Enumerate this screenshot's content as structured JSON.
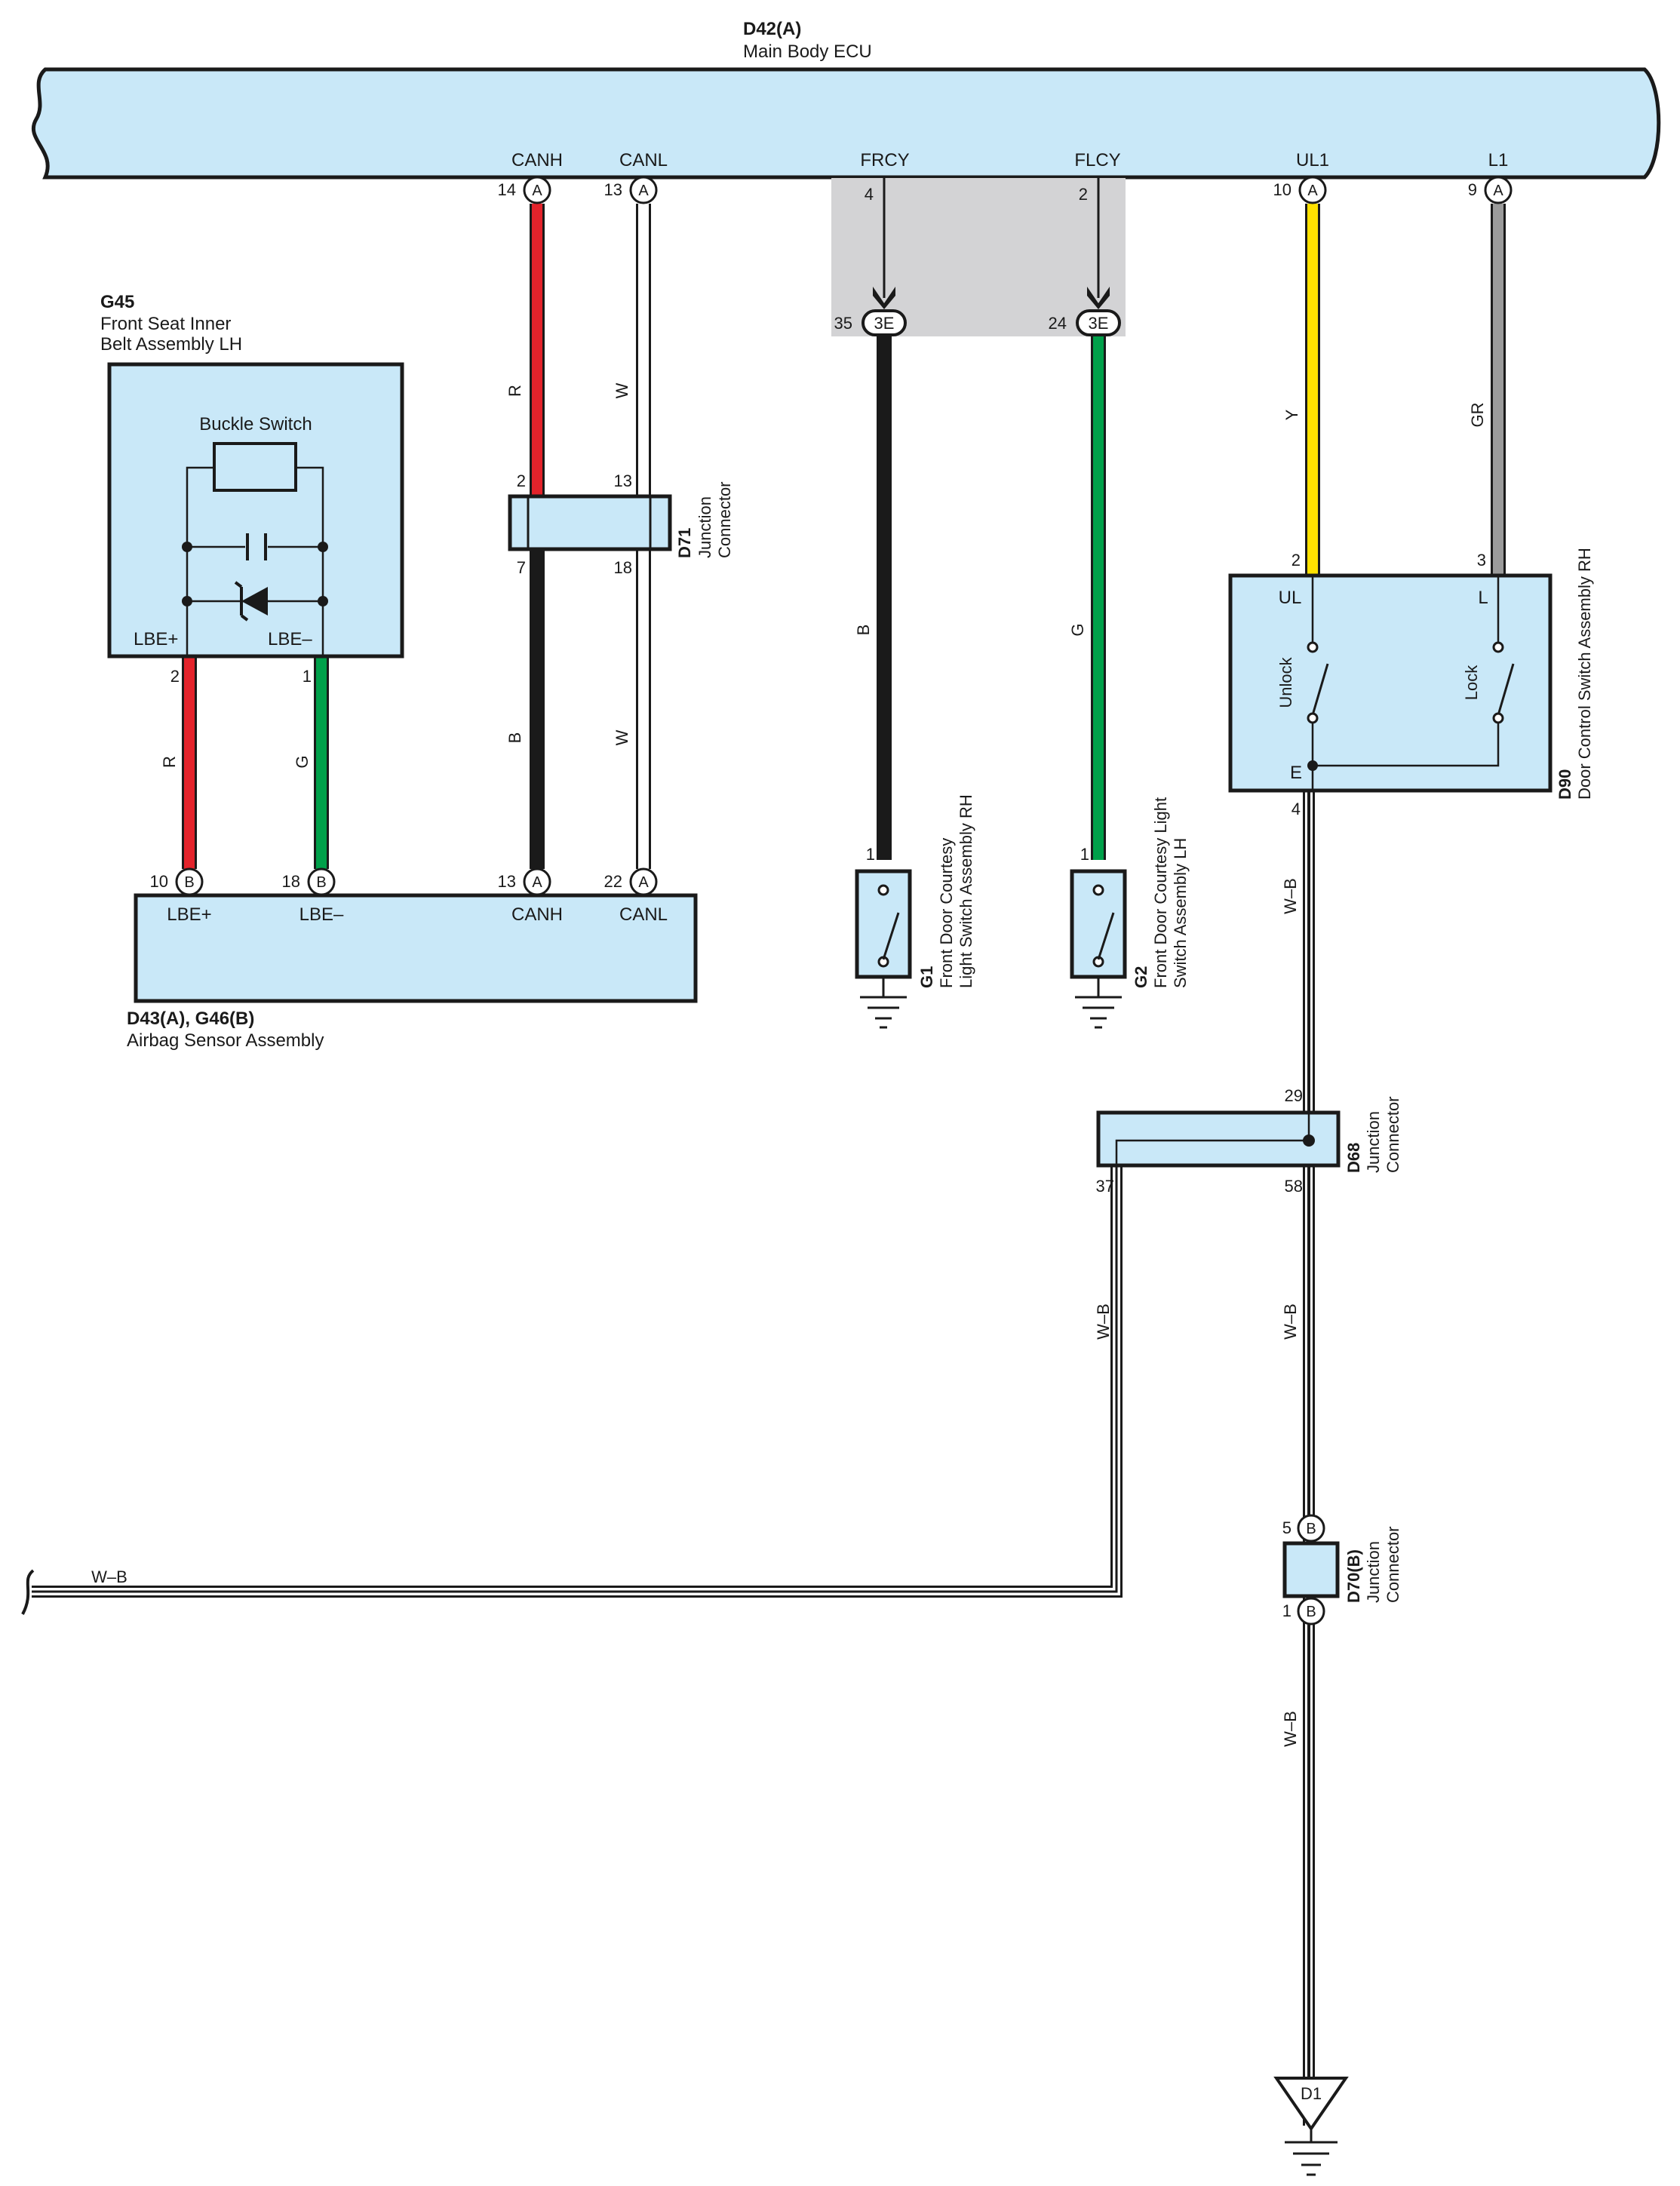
{
  "ecu": {
    "id": "D42(A)",
    "name": "Main Body ECU"
  },
  "ecu_terminals": [
    {
      "name": "CANH",
      "pin": "14",
      "conn": "A"
    },
    {
      "name": "CANL",
      "pin": "13",
      "conn": "A"
    },
    {
      "name": "FRCY",
      "pin": "4"
    },
    {
      "name": "FLCY",
      "pin": "2"
    },
    {
      "name": "UL1",
      "pin": "10",
      "conn": "A"
    },
    {
      "name": "L1",
      "pin": "9",
      "conn": "A"
    }
  ],
  "inline_connectors": [
    {
      "pin": "35",
      "conn": "3E"
    },
    {
      "pin": "24",
      "conn": "3E"
    }
  ],
  "g45": {
    "id": "G45",
    "name_line1": "Front Seat Inner",
    "name_line2": "Belt Assembly LH",
    "switch_label": "Buckle Switch",
    "term_plus": "LBE+",
    "term_minus": "LBE–",
    "pin_plus": "2",
    "pin_minus": "1"
  },
  "d71": {
    "id": "D71",
    "name_line1": "Junction",
    "name_line2": "Connector",
    "pins": [
      "2",
      "13",
      "7",
      "18"
    ]
  },
  "airbag": {
    "id": "D43(A), G46(B)",
    "name": "Airbag Sensor Assembly",
    "terminals": [
      {
        "name": "LBE+",
        "pin": "10",
        "conn": "B"
      },
      {
        "name": "LBE–",
        "pin": "18",
        "conn": "B"
      },
      {
        "name": "CANH",
        "pin": "13",
        "conn": "A"
      },
      {
        "name": "CANL",
        "pin": "22",
        "conn": "A"
      }
    ]
  },
  "g1": {
    "id": "G1",
    "name_line1": "Front Door Courtesy",
    "name_line2": "Light Switch Assembly RH",
    "pin": "1"
  },
  "g2": {
    "id": "G2",
    "name_line1": "Front Door Courtesy Light",
    "name_line2": "Switch Assembly LH",
    "pin": "1"
  },
  "d90": {
    "id": "D90",
    "name": "Door Control Switch Assembly RH",
    "pins": {
      "ul": "2",
      "l": "3",
      "e": "4"
    },
    "terms": {
      "ul": "UL",
      "l": "L",
      "e": "E"
    },
    "switch_unlock": "Unlock",
    "switch_lock": "Lock"
  },
  "d68": {
    "id": "D68",
    "name_line1": "Junction",
    "name_line2": "Connector",
    "pins": [
      "29",
      "37",
      "58"
    ]
  },
  "d70": {
    "id": "D70(B)",
    "name_line1": "Junction",
    "name_line2": "Connector",
    "pins": [
      "5",
      "1"
    ],
    "conn": "B"
  },
  "ground": {
    "id": "D1"
  },
  "wires": {
    "canh_top": "R",
    "canl_top": "W",
    "canh_bottom": "B",
    "canl_bottom": "W",
    "lbe_plus": "R",
    "lbe_minus": "G",
    "frcy": "B",
    "flcy": "G",
    "ul1": "Y",
    "l1": "GR",
    "wb_1": "W–B",
    "wb_2": "W–B",
    "wb_3": "W–B",
    "wb_4": "W–B",
    "wb_left": "W–B"
  },
  "wire_colors": {
    "R": "#e3232b",
    "W": "#ffffff",
    "B": "#1a1a1a",
    "G": "#00a04a",
    "Y": "#ffe100",
    "GR": "#9b9b9b",
    "box": "#c9e8f8",
    "splice_bg": "#d3d3d5"
  }
}
